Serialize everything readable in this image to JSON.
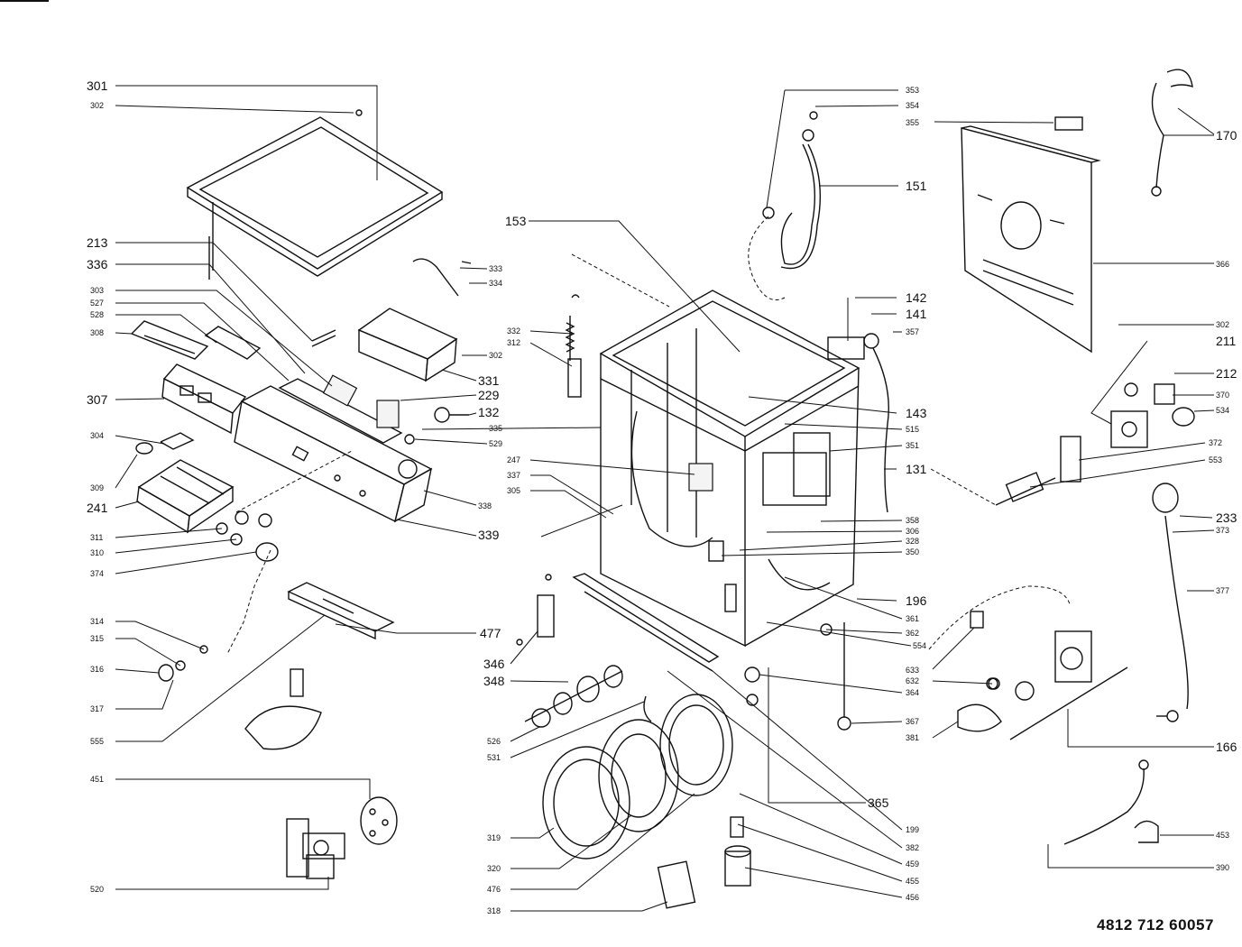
{
  "document_number": "4812 712 60057",
  "parts": {
    "301": "301",
    "302": "302",
    "213": "213",
    "336": "336",
    "303": "303",
    "527": "527",
    "528": "528",
    "308": "308",
    "307": "307",
    "304": "304",
    "309": "309",
    "241": "241",
    "311": "311",
    "310": "310",
    "374": "374",
    "314": "314",
    "315": "315",
    "316": "316",
    "317": "317",
    "555": "555",
    "451": "451",
    "520": "520",
    "333": "333",
    "334": "334",
    "332": "332",
    "312": "312",
    "331": "331",
    "229": "229",
    "132": "132",
    "335": "335",
    "529": "529",
    "247": "247",
    "337": "337",
    "305": "305",
    "338": "338",
    "339": "339",
    "477": "477",
    "346": "346",
    "348": "348",
    "526": "526",
    "531": "531",
    "319": "319",
    "320": "320",
    "476": "476",
    "318": "318",
    "153": "153",
    "353": "353",
    "354": "354",
    "355": "355",
    "151": "151",
    "170": "170",
    "366": "366",
    "142": "142",
    "141": "141",
    "357": "357",
    "211": "211",
    "212": "212",
    "370": "370",
    "534": "534",
    "372": "372",
    "553": "553",
    "143": "143",
    "515": "515",
    "351": "351",
    "131": "131",
    "358": "358",
    "306": "306",
    "328": "328",
    "350": "350",
    "233": "233",
    "373": "373",
    "377": "377",
    "196": "196",
    "361": "361",
    "362": "362",
    "554": "554",
    "633": "633",
    "632": "632",
    "364": "364",
    "367": "367",
    "381": "381",
    "166": "166",
    "365": "365",
    "199": "199",
    "382": "382",
    "459": "459",
    "455": "455",
    "456": "456",
    "453": "453",
    "390": "390"
  }
}
